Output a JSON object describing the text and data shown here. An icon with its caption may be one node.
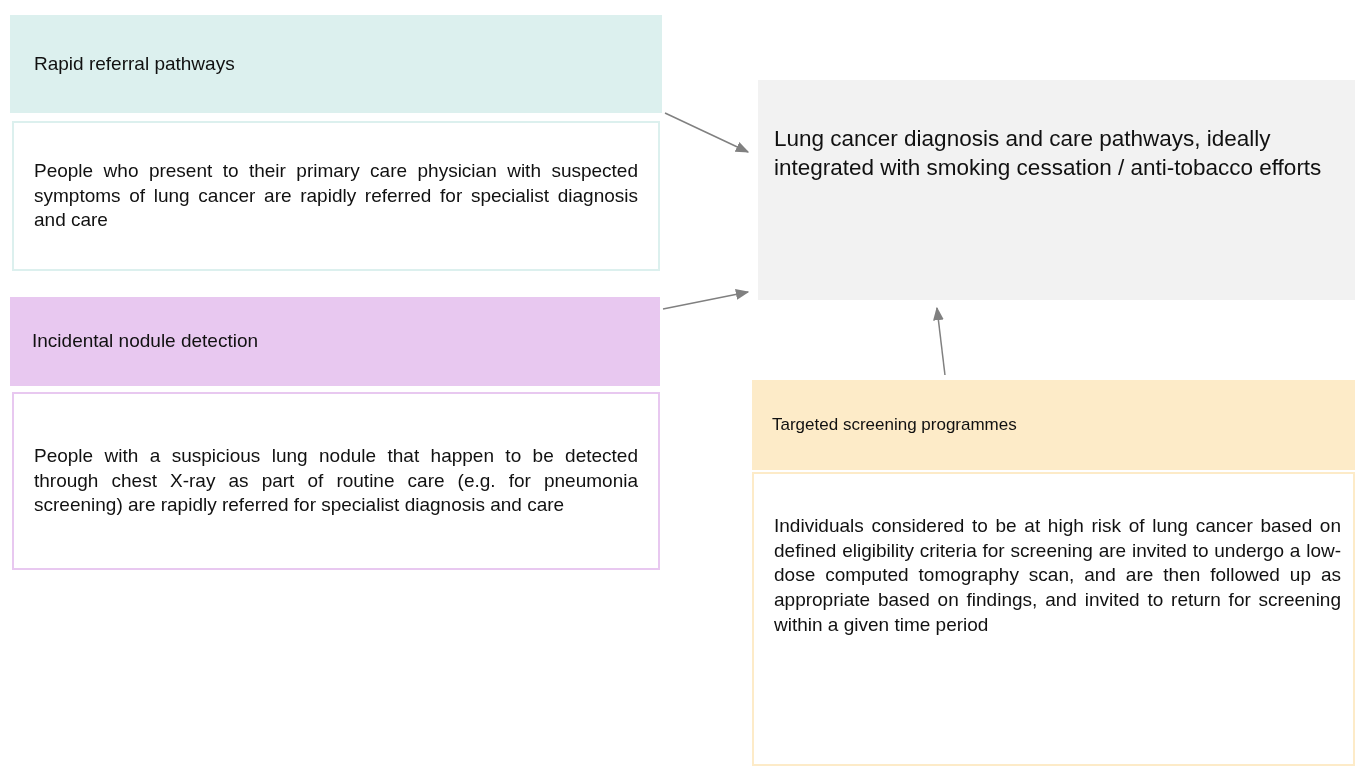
{
  "diagram": {
    "nodes": [
      {
        "text": [
          "Rapid referral pathways"
        ]
      },
      {
        "text": [
          "People who present to their primary care physician with suspected symptoms of lung cancer are rapidly referred for specialist diagnosis and care"
        ]
      },
      {
        "text": [
          "Incidental nodule detection"
        ]
      },
      {
        "text": [
          "People with a suspicious lung nodule that happen to be detected through chest X-ray as part of routine care (e.g. for pneumonia screening) are rapidly referred for specialist diagnosis and care"
        ]
      },
      {
        "text": [
          "Lung cancer diagnosis and care pathways, ideally integrated with smoking cessation / anti-tobacco efforts"
        ]
      },
      {
        "text": [
          "Targeted screening programmes"
        ]
      },
      {
        "text": [
          "Individuals considered to be at high risk of lung cancer based on defined eligibility criteria for screening are invited to undergo a low-dose computed tomography scan, and are then followed up as appropriate based on findings, and invited to return for screening within a given time period"
        ]
      }
    ],
    "edges": [
      {
        "from": 0,
        "to": 4,
        "arrow": "to"
      },
      {
        "from": 2,
        "to": 4,
        "arrow": "to"
      },
      {
        "from": 5,
        "to": 4,
        "arrow": "to"
      }
    ]
  }
}
